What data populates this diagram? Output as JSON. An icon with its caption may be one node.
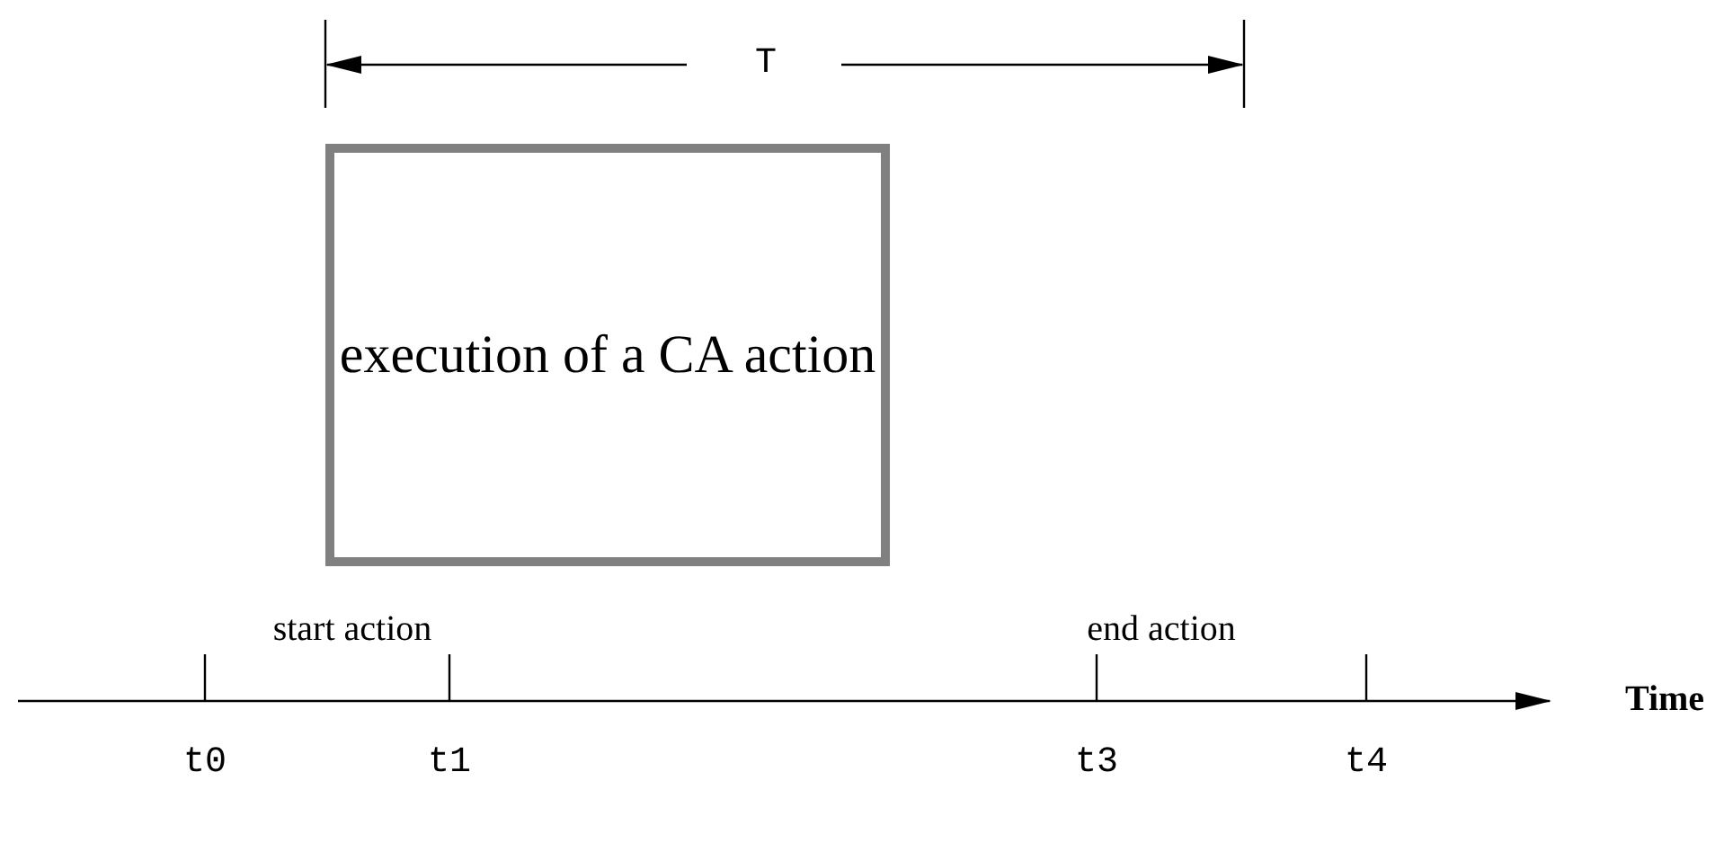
{
  "diagram": {
    "nodes": [
      {
        "text": [
          "execution of a CA action"
        ]
      }
    ],
    "labels": [
      "T",
      "start action",
      "end action",
      "t0",
      "t1",
      "t3",
      "t4",
      "Time"
    ]
  }
}
